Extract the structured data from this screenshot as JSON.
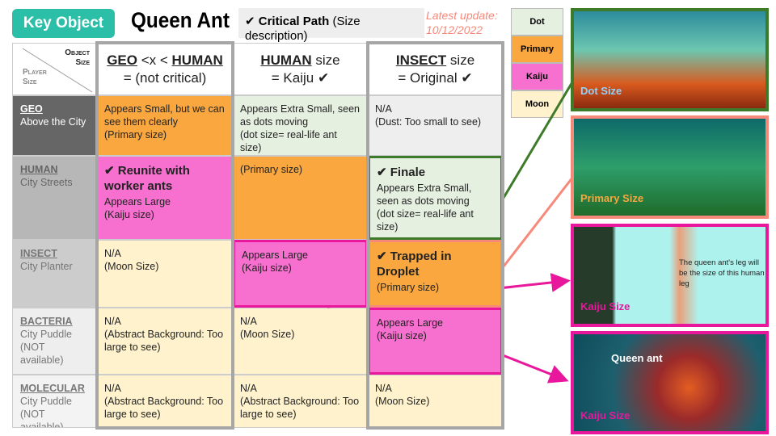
{
  "header": {
    "key_label": "Key Object",
    "title": "Queen Ant",
    "critical_check": "✔",
    "critical_bold": "Critical Path",
    "critical_rest": " (Size description)",
    "update": "Latest update: 10/12/2022"
  },
  "corner": {
    "object": "Object Size",
    "player": "Player Size"
  },
  "columns": [
    {
      "u1": "GEO",
      "mid": " <x < ",
      "u2": "HUMAN",
      "line2": "= (not critical)"
    },
    {
      "u1": "HUMAN",
      "mid": " size",
      "u2": "",
      "line2": "= Kaiju ✔"
    },
    {
      "u1": "INSECT",
      "mid": " size",
      "u2": "",
      "line2": "= Original ✔"
    }
  ],
  "rows": [
    {
      "name": "GEO",
      "sub": [
        "Above the City"
      ],
      "bg": "#666666",
      "fg": "#ffffff",
      "cells": [
        {
          "color": "#f9a73e",
          "title": "",
          "lines": [
            "Appears Small, but we can see them clearly",
            "(Primary size)"
          ]
        },
        {
          "color": "#e6f0e1",
          "title": "",
          "lines": [
            "Appears Extra Small, seen as dots moving",
            "(dot size= real-life ant size)"
          ]
        },
        {
          "color": "#eeeeee",
          "title": "",
          "lines": [
            "N/A",
            "(Dust: Too small to see)"
          ]
        }
      ]
    },
    {
      "name": "HUMAN",
      "sub": [
        "City Streets"
      ],
      "bg": "#b7b7b7",
      "fg": "#666666",
      "cells": [
        {
          "color": "#f76fcf",
          "title": "✔ Reunite with worker ants",
          "lines": [
            "Appears Large",
            "(Kaiju size)"
          ]
        },
        {
          "color": "#f9a73e",
          "title": "",
          "lines": [
            "(Primary size)"
          ]
        },
        {
          "color": "#e6f0e1",
          "title": "✔ Finale",
          "lines": [
            "Appears Extra Small, seen as dots moving",
            "(dot size= real-life ant size)"
          ],
          "border": "#3d7a2a"
        }
      ]
    },
    {
      "name": "INSECT",
      "sub": [
        "City Planter"
      ],
      "bg": "#cccccc",
      "fg": "#777777",
      "cells": [
        {
          "color": "#fff2cc",
          "title": "",
          "lines": [
            "N/A",
            "(Moon Size)"
          ]
        },
        {
          "color": "#f76fcf",
          "title": "",
          "lines": [
            "Appears Large",
            "(Kaiju size)"
          ],
          "border": "#e8179b"
        },
        {
          "color": "#f9a73e",
          "title": "✔ Trapped in Droplet",
          "lines": [
            "(Primary size)"
          ],
          "border": "#f6897a"
        }
      ]
    },
    {
      "name": "BACTERIA",
      "sub": [
        "City Puddle",
        "(NOT available)"
      ],
      "bg": "#eeeeee",
      "fg": "#777777",
      "cells": [
        {
          "color": "#fff2cc",
          "title": "",
          "lines": [
            "N/A",
            "(Abstract Background: Too large to see)"
          ]
        },
        {
          "color": "#fff2cc",
          "title": "",
          "lines": [
            "N/A",
            "(Moon Size)"
          ]
        },
        {
          "color": "#f76fcf",
          "title": "",
          "lines": [
            "Appears Large",
            "(Kaiju size)"
          ],
          "border": "#e8179b"
        }
      ]
    },
    {
      "name": "MOLECULAR",
      "sub": [
        "City Puddle",
        "(NOT available)"
      ],
      "bg": "#f3f3f3",
      "fg": "#777777",
      "cells": [
        {
          "color": "#fff2cc",
          "title": "",
          "lines": [
            "N/A",
            "(Abstract Background: Too large to see)"
          ]
        },
        {
          "color": "#fff2cc",
          "title": "",
          "lines": [
            "N/A",
            "(Abstract Background: Too large to see)"
          ]
        },
        {
          "color": "#fff2cc",
          "title": "",
          "lines": [
            "N/A",
            "(Moon Size)"
          ]
        }
      ]
    }
  ],
  "legend": [
    {
      "label": "Dot",
      "color": "#e6f0e1"
    },
    {
      "label": "Primary",
      "color": "#f9a73e"
    },
    {
      "label": "Kaiju",
      "color": "#f76fcf"
    },
    {
      "label": "Moon",
      "color": "#fff2cc"
    }
  ],
  "images": [
    {
      "caption": "Dot Size",
      "border": "#3d7a2a",
      "capcolor": "#8fd3ff"
    },
    {
      "caption": "Primary Size",
      "border": "#f6897a",
      "capcolor": "#f9a73e"
    },
    {
      "caption": "Kaiju Size",
      "border": "#e8179b",
      "capcolor": "#e8179b",
      "note": "The queen ant's leg will be the size of this human leg"
    },
    {
      "caption": "Kaiju Size",
      "border": "#e8179b",
      "capcolor": "#e8179b",
      "note": "Queen ant"
    }
  ]
}
